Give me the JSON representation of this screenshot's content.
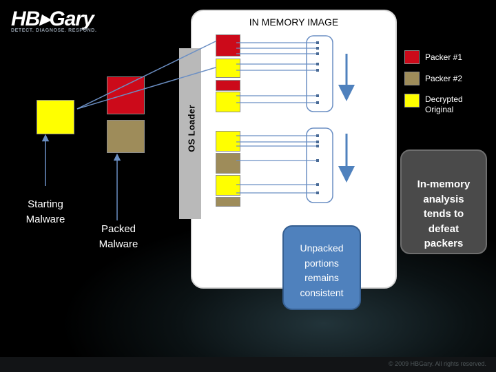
{
  "logo": {
    "text": "HB▸Gary",
    "tagline": "DETECT. DIAGNOSE. RESPOND."
  },
  "memory_image": {
    "title": "IN MEMORY IMAGE"
  },
  "os_loader": {
    "label": "OS Loader"
  },
  "legend": [
    {
      "label": "Packer #1",
      "color": "#cc0a1a"
    },
    {
      "label": "Packer #2",
      "color": "#9e8c5a"
    },
    {
      "label_line1": "Decrypted",
      "label_line2": "Original",
      "color": "#ffff00"
    }
  ],
  "starting_malware": {
    "line1": "Starting",
    "line2": "Malware"
  },
  "packed_malware": {
    "line1": "Packed",
    "line2": "Malware"
  },
  "unpacked_note": {
    "lines": [
      "Unpacked",
      "portions",
      "remains",
      "consistent"
    ]
  },
  "analysis_note": {
    "lines": [
      "In-memory",
      "analysis",
      "tends to",
      "defeat",
      "packers"
    ]
  },
  "footer": {
    "copyright": "© 2009 HBGary.  All rights reserved."
  },
  "colors": {
    "red": "#cc0a1a",
    "khaki": "#9e8c5a",
    "yellow": "#ffff00",
    "arrow_blue": "#4f81bd",
    "line_blue": "#6b8fc4"
  }
}
